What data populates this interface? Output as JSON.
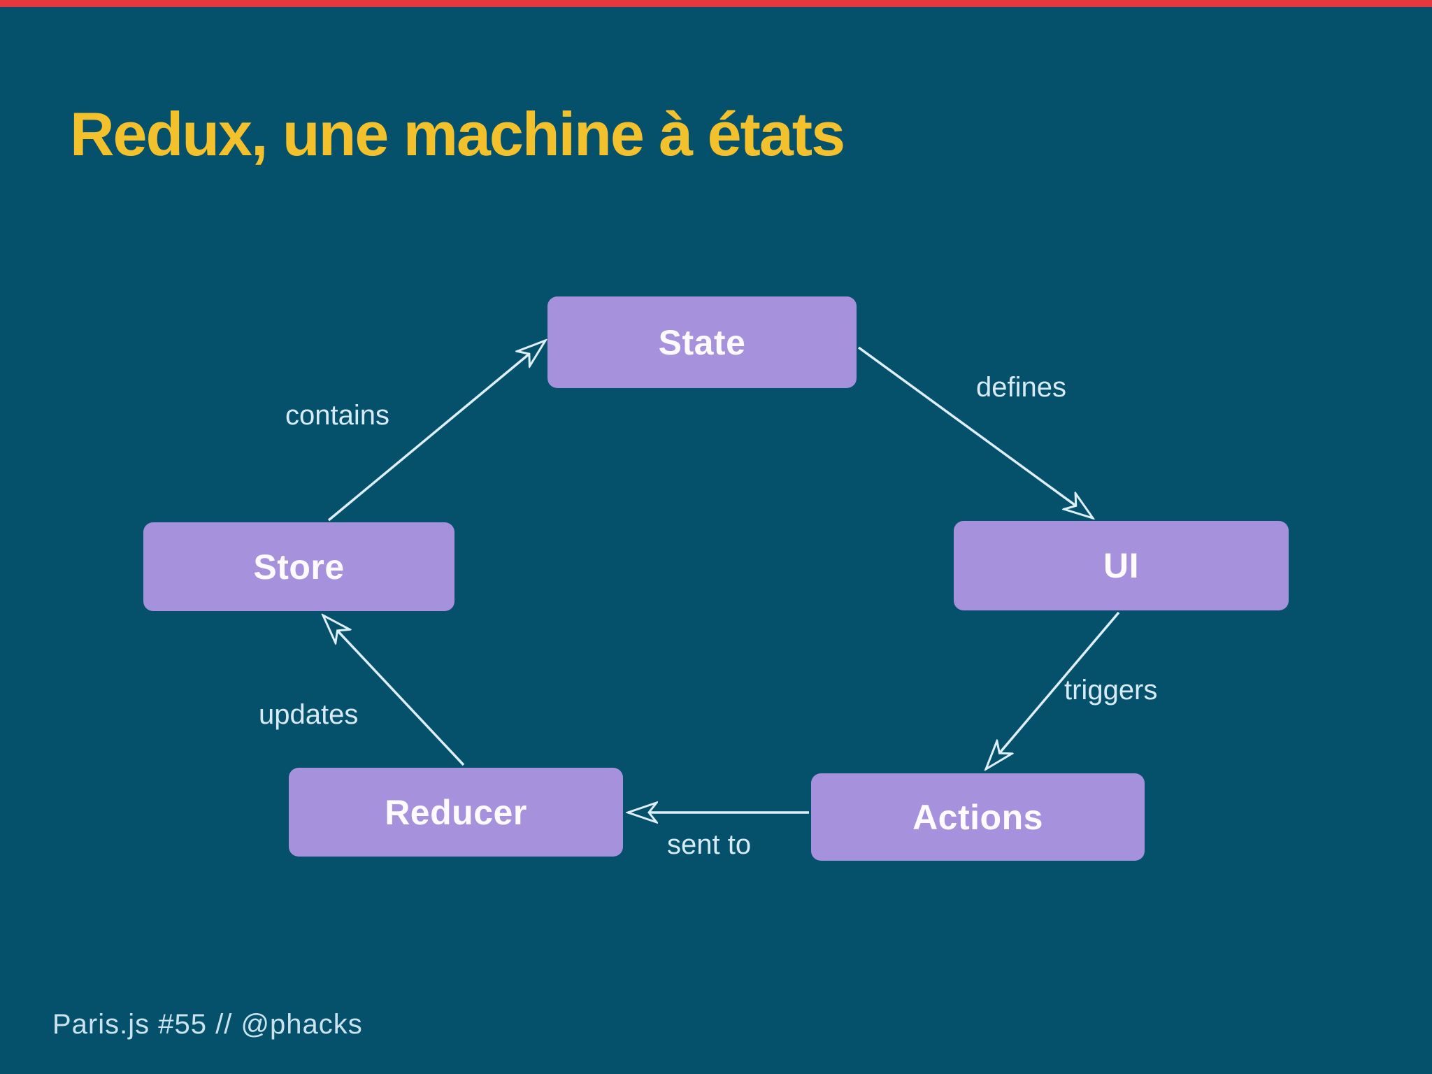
{
  "slide": {
    "title": "Redux, une machine à états",
    "footer": "Paris.js #55 // @phacks"
  },
  "colors": {
    "background": "#05506A",
    "top_accent_bar": "#E4383E",
    "title_text": "#F3C12B",
    "node_fill": "#A591DC",
    "node_text": "#FDFBFF",
    "arrow_stroke": "#DDEFF8",
    "edge_label_text": "#D7EBF6",
    "footer_text": "#C9E4EF"
  },
  "diagram": {
    "type": "state-machine-cycle",
    "nodes": [
      {
        "id": "state",
        "label": "State"
      },
      {
        "id": "store",
        "label": "Store"
      },
      {
        "id": "ui",
        "label": "UI"
      },
      {
        "id": "reducer",
        "label": "Reducer"
      },
      {
        "id": "actions",
        "label": "Actions"
      }
    ],
    "edges": [
      {
        "from": "store",
        "to": "state",
        "label": "contains"
      },
      {
        "from": "state",
        "to": "ui",
        "label": "defines"
      },
      {
        "from": "ui",
        "to": "actions",
        "label": "triggers"
      },
      {
        "from": "actions",
        "to": "reducer",
        "label": "sent to"
      },
      {
        "from": "reducer",
        "to": "store",
        "label": "updates"
      }
    ]
  }
}
